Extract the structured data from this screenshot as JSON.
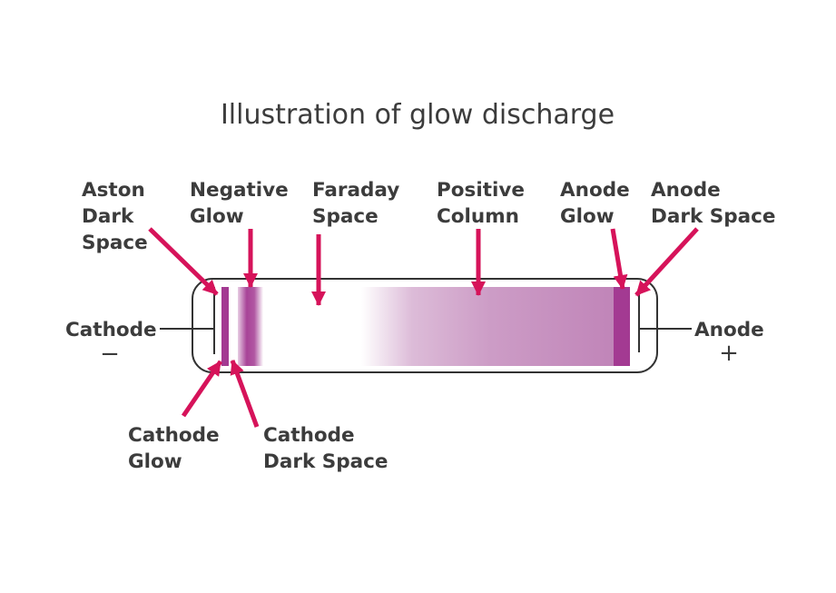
{
  "title": "Illustration of glow discharge",
  "colors": {
    "text": "#3c3c3c",
    "arrow": "#d6135a",
    "glow_dark": "#a33a92",
    "column": "#c084b8",
    "outline": "#333333"
  },
  "labels": {
    "aston_dark_space": [
      "Aston",
      "Dark",
      "Space"
    ],
    "negative_glow": [
      "Negative",
      "Glow"
    ],
    "faraday_space": [
      "Faraday",
      "Space"
    ],
    "positive_column": [
      "Positive",
      "Column"
    ],
    "anode_glow": [
      "Anode",
      "Glow"
    ],
    "anode_dark_space": [
      "Anode",
      "Dark Space"
    ],
    "cathode_glow": [
      "Cathode",
      "Glow"
    ],
    "cathode_dark_space": [
      "Cathode",
      "Dark Space"
    ]
  },
  "electrodes": {
    "cathode": {
      "label": "Cathode",
      "sign": "−"
    },
    "anode": {
      "label": "Anode",
      "sign": "+"
    }
  }
}
